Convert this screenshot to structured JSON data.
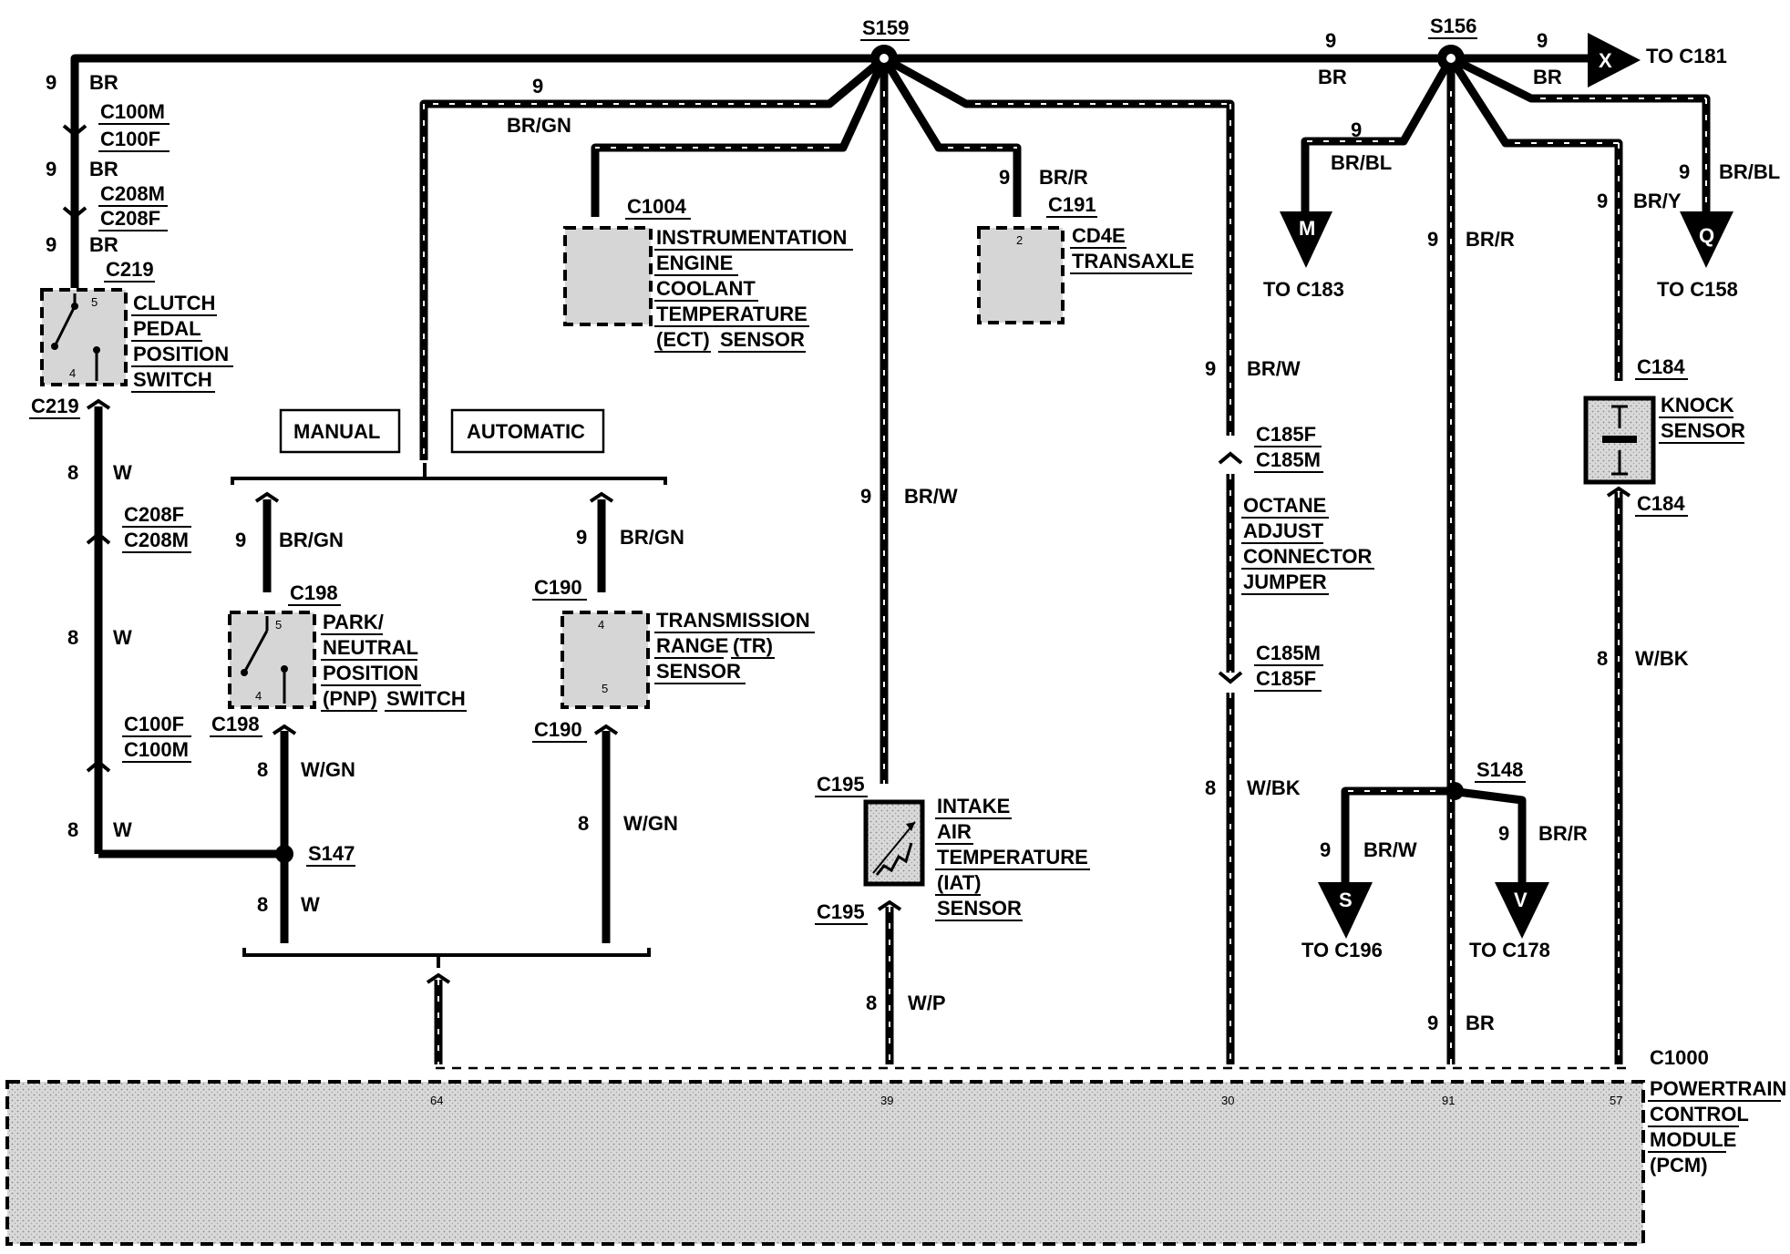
{
  "splices": {
    "s159": "S159",
    "s156": "S156",
    "s147": "S147",
    "s148": "S148"
  },
  "top": {
    "size_left": "9",
    "color_left": "BR",
    "size_bgn": "9",
    "color_bgn": "BR/GN",
    "size_mid": "9",
    "color_mid": "BR",
    "size_right": "9",
    "color_right": "BR",
    "arrow_x": "X",
    "to_c181": "TO C181"
  },
  "left_branch": {
    "size1": "9",
    "color1": "BR",
    "c100m": "C100M",
    "c100f": "C100F",
    "size2": "9",
    "color2": "BR",
    "c208m": "C208M",
    "c208f": "C208F",
    "size3": "9",
    "color3": "BR",
    "c219_top": "C219",
    "pin5": "5",
    "pin4": "4",
    "c219_bot": "C219",
    "size4": "8",
    "color4": "W",
    "c208f_2": "C208F",
    "c208m_2": "C208M",
    "size5": "8",
    "color5": "W",
    "c100f_2": "C100F",
    "c100m_2": "C100M",
    "size6": "8",
    "color6": "W"
  },
  "clutch_switch": {
    "l1": "CLUTCH",
    "l2": "PEDAL",
    "l3": "POSITION",
    "l4": "SWITCH"
  },
  "tabs": {
    "manual": "MANUAL",
    "automatic": "AUTOMATIC"
  },
  "pnp": {
    "size_in": "9",
    "color_in": "BR/GN",
    "c198_top": "C198",
    "pin5": "5",
    "pin4": "4",
    "c198_bot": "C198",
    "size_out": "8",
    "color_out": "W/GN",
    "size_w": "8",
    "color_w": "W",
    "l1": "PARK/",
    "l2": "NEUTRAL",
    "l3": "POSITION",
    "l4a": "(PNP)",
    "l4b": "SWITCH"
  },
  "tr": {
    "size_in": "9",
    "color_in": "BR/GN",
    "c190_top": "C190",
    "pin4": "4",
    "pin5": "5",
    "c190_bot": "C190",
    "size_out": "8",
    "color_out": "W/GN",
    "l1": "TRANSMISSION",
    "l2a": "RANGE",
    "l2b": "(TR)",
    "l3": "SENSOR"
  },
  "ect": {
    "c1004": "C1004",
    "l1": "INSTRUMENTATION",
    "l2": "ENGINE",
    "l3": "COOLANT",
    "l4": "TEMPERATURE",
    "l5a": "(ECT)",
    "l5b": "SENSOR"
  },
  "cd4e": {
    "size": "9",
    "color": "BR/R",
    "c191": "C191",
    "pin": "2",
    "l1": "CD4E",
    "l2": "TRANSAXLE"
  },
  "iat": {
    "size_in": "9",
    "color_in": "BR/W",
    "c195_top": "C195",
    "c195_bot": "C195",
    "size_out": "8",
    "color_out": "W/P",
    "l1": "INTAKE",
    "l2": "AIR",
    "l3": "TEMPERATURE",
    "l4": "(IAT)",
    "l5": "SENSOR"
  },
  "octane": {
    "size_in": "9",
    "color_in": "BR/W",
    "c185f_top": "C185F",
    "c185m_top": "C185M",
    "l1": "OCTANE",
    "l2": "ADJUST",
    "l3": "CONNECTOR",
    "l4": "JUMPER",
    "c185m_bot": "C185M",
    "c185f_bot": "C185F",
    "size_out": "8",
    "color_out": "W/BK"
  },
  "s156_branches": {
    "m_size": "9",
    "m_color": "BR/BL",
    "m_letter": "M",
    "to_c183": "TO C183",
    "center_size": "9",
    "center_color": "BR/R",
    "knock_size": "9",
    "knock_color": "BR/Y",
    "q_size": "9",
    "q_color": "BR/BL",
    "q_letter": "Q",
    "to_c158": "TO C158"
  },
  "s148_branches": {
    "s_size": "9",
    "s_color": "BR/W",
    "s_letter": "S",
    "to_c196": "TO C196",
    "v_size": "9",
    "v_color": "BR/R",
    "v_letter": "V",
    "to_c178": "TO C178",
    "br_size": "9",
    "br_color": "BR"
  },
  "knock": {
    "c184_top": "C184",
    "c184_bot": "C184",
    "l1": "KNOCK",
    "l2": "SENSOR",
    "size_out": "8",
    "color_out": "W/BK"
  },
  "pcm": {
    "c1000": "C1000",
    "pin64": "64",
    "pin39": "39",
    "pin30": "30",
    "pin91": "91",
    "pin57": "57",
    "l1": "POWERTRAIN",
    "l2": "CONTROL",
    "l3": "MODULE",
    "l4": "(PCM)"
  }
}
